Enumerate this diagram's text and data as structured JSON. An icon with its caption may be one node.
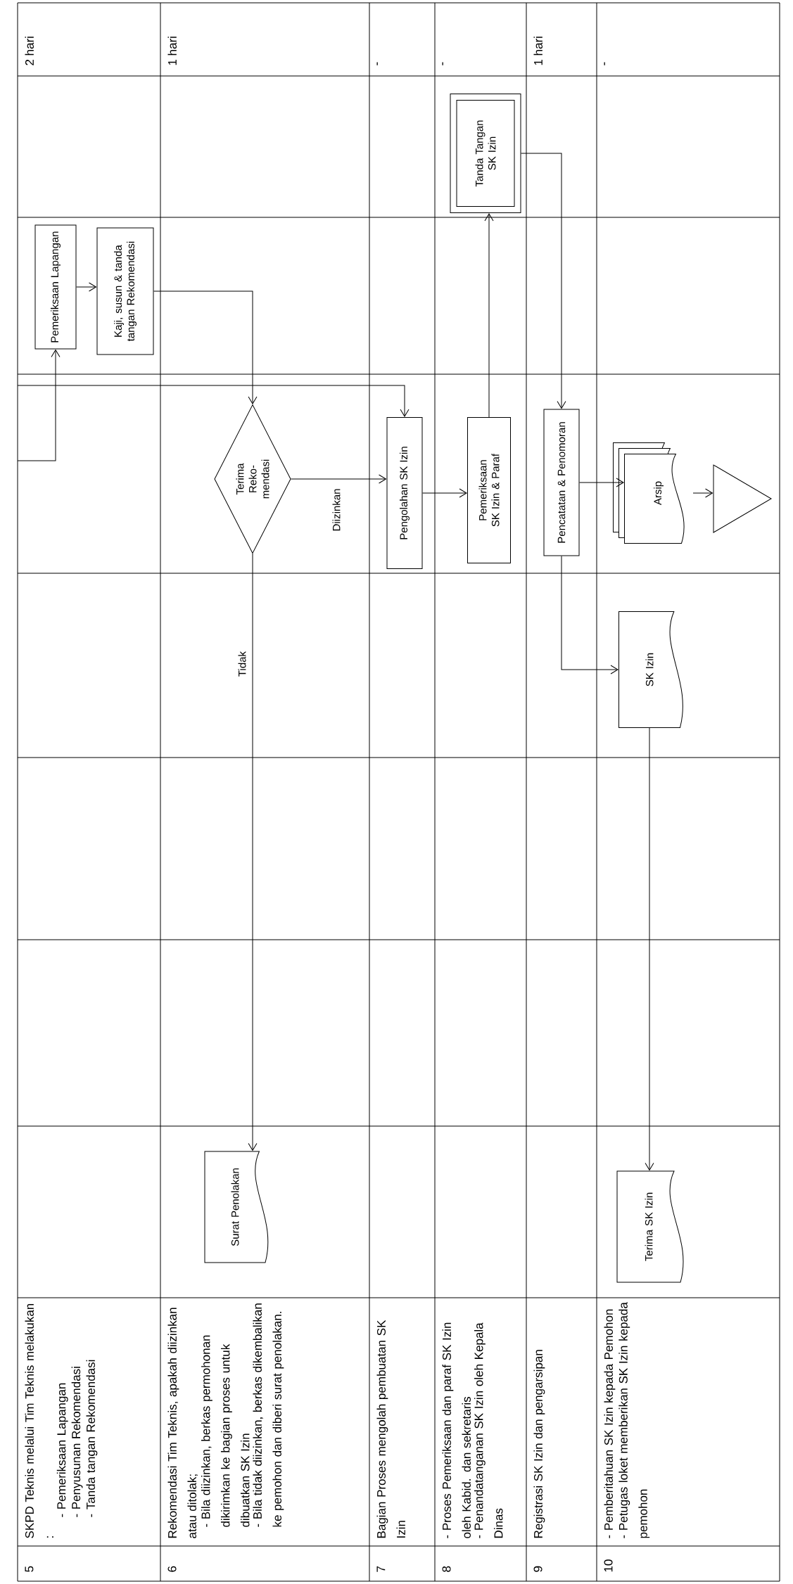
{
  "diagram": {
    "nodes": [
      {
        "text": [
          "Pemeriksaan Lapangan"
        ]
      },
      {
        "text": [
          "Kaji, susun & tanda tangan Rekomendasi"
        ]
      },
      {
        "text": [
          "Surat Penolakan"
        ]
      },
      {
        "text": [
          "Terima Reko- mendasi"
        ]
      },
      {
        "text": [
          "Pengolahan SK Izin"
        ]
      },
      {
        "text": [
          "Pemeriksaan SK Izin & Paraf"
        ]
      },
      {
        "text": [
          "Tanda Tangan SK Izin"
        ]
      },
      {
        "text": [
          "Pencatatan & Penomoran"
        ]
      },
      {
        "text": [
          "Terima SK Izin"
        ]
      },
      {
        "text": [
          "SK Izin"
        ]
      },
      {
        "text": [
          "Arsip"
        ]
      },
      {
        "text": [],
        "shape": "triangle"
      }
    ],
    "edges": [
      {
        "from": null,
        "to": 0,
        "arrow": "to"
      },
      {
        "from": 0,
        "to": 1,
        "arrow": "to"
      },
      {
        "from": 1,
        "to": 3,
        "arrow": "to"
      },
      {
        "from": null,
        "to": 4,
        "arrow": "to"
      },
      {
        "from": 3,
        "to": 4,
        "arrow": "to",
        "label": "Diizinkan"
      },
      {
        "from": 3,
        "to": 2,
        "arrow": "to",
        "label": "Tidak"
      },
      {
        "from": 4,
        "to": 5,
        "arrow": "to"
      },
      {
        "from": 5,
        "to": 6,
        "arrow": "to"
      },
      {
        "from": 6,
        "to": 7,
        "arrow": "to"
      },
      {
        "from": 7,
        "to": 10,
        "arrow": "to"
      },
      {
        "from": 10,
        "to": 11,
        "arrow": "to"
      },
      {
        "from": 7,
        "to": 9,
        "arrow": "to"
      },
      {
        "from": 9,
        "to": 8,
        "arrow": "to"
      }
    ],
    "labels": [
      "5",
      "SKPD Teknis melalui Tim Teknis melakukan :",
      "- Pemeriksaan Lapangan",
      "- Penyusunan Rekomendasi",
      "- Tanda tangan Rekomendasi",
      "2 hari",
      "6",
      "Rekomendasi Tim Teknis, apakah diizinkan atau ditolak;",
      "- Bila diizinkan, berkas permohonan dikirimkan ke bagian proses untuk dibuatkan SK Izin",
      "- Bila tidak diizinkan, berkas dikembalikan ke pemohon dan diberi surat penolakan.",
      "1 hari",
      "7",
      "Bagian Proses mengolah pembuatan SK Izin",
      "-",
      "8",
      "- Proses Pemeriksaan dan paraf SK Izin oleh Kabid. dan sekretaris",
      "- Penandatanganan SK Izin oleh Kepala Dinas",
      "-",
      "9",
      "Registrasi SK Izin dan pengarsipan",
      "1 hari",
      "10",
      "- Pemberitahuan SK Izin kepada Pemohon",
      "- Petugas loket memberikan SK Izin kepada pemohon",
      "-"
    ]
  }
}
